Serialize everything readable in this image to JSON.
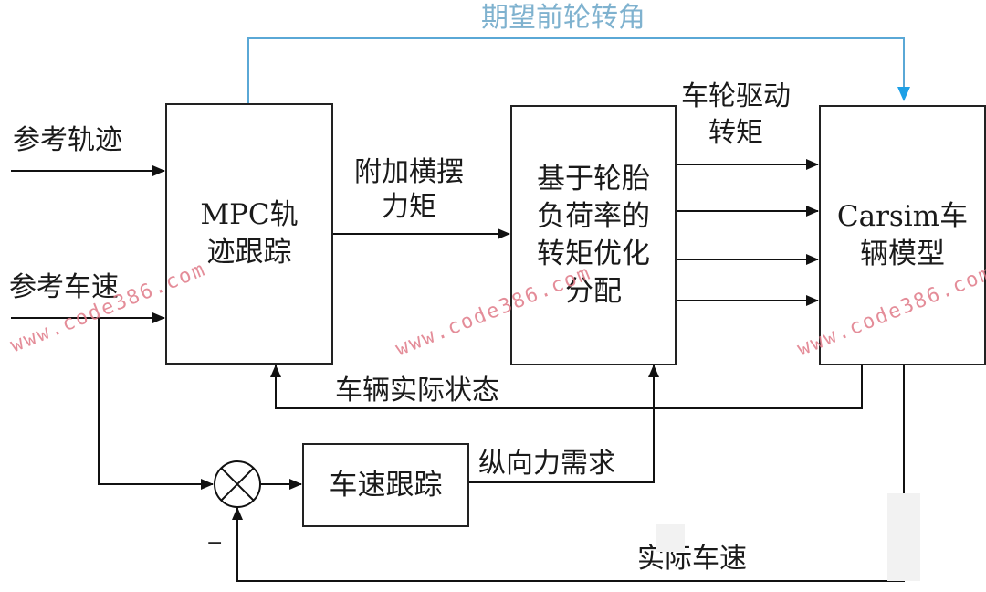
{
  "blocks": {
    "mpc": "MPC轨\n迹跟踪",
    "torque_alloc": "基于轮胎\n负荷率的\n转矩优化\n分配",
    "carsim": "Carsim车\n辆模型",
    "speed_track": "车速跟踪"
  },
  "signals": {
    "ref_trajectory": "参考轨迹",
    "ref_speed": "参考车速",
    "desired_steer": "期望前轮转角",
    "yaw_moment": "附加横摆\n力矩",
    "wheel_torque": "车轮驱动\n转矩",
    "vehicle_state": "车辆实际状态",
    "long_force": "纵向力需求",
    "actual_speed": "实际车速",
    "minus_sign": "−"
  },
  "watermark": "www.code386.com",
  "colors": {
    "line": "#111111",
    "steer_line": "#5aa8d6",
    "steer_arrow": "#1ea0e6",
    "watermark": "#e07a88"
  }
}
